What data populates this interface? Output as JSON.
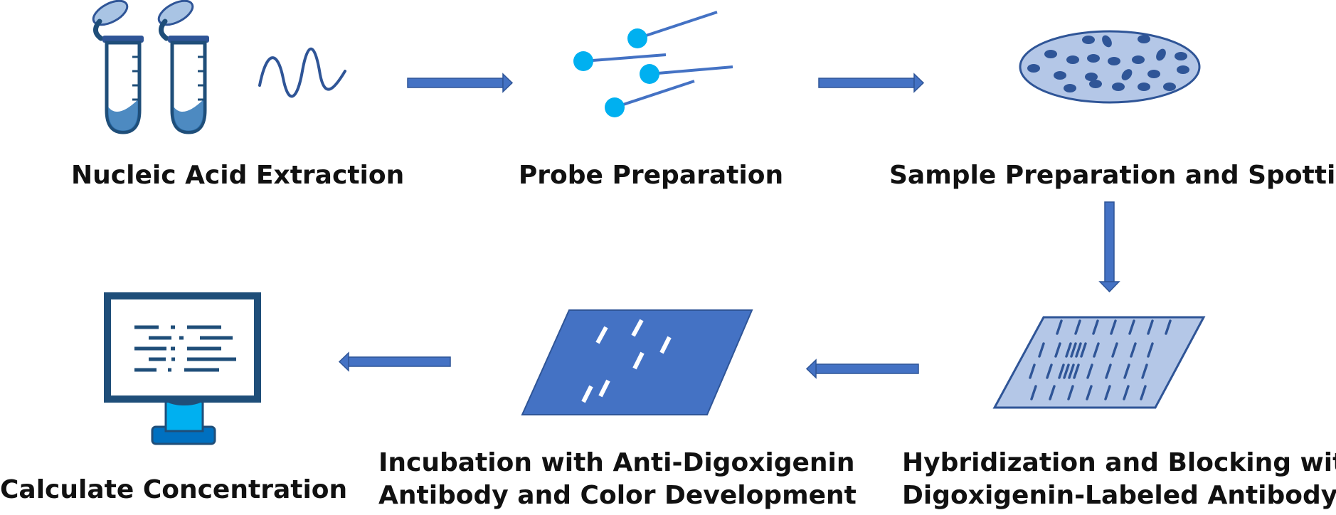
{
  "colors": {
    "primary": "#4472C4",
    "dark_blue": "#1F4E79",
    "probe_dot": "#00B0F0",
    "light_fill": "#B4C7E7",
    "text": "#111111"
  },
  "steps": [
    {
      "id": "nucleic-acid-extraction",
      "icon": "test-tubes-and-nucleic-acid-wave-icon",
      "label_lines": [
        "Nucleic Acid Extraction"
      ]
    },
    {
      "id": "probe-preparation",
      "icon": "probe-lollipops-icon",
      "label_lines": [
        "Probe Preparation"
      ]
    },
    {
      "id": "sample-preparation-spotting",
      "icon": "spotted-membrane-icon",
      "label_lines": [
        "Sample Preparation and Spotting"
      ]
    },
    {
      "id": "hybridization-blocking",
      "icon": "hybridization-membrane-icon",
      "label_lines": [
        "Hybridization and Blocking with",
        "Digoxigenin-Labeled Antibody"
      ]
    },
    {
      "id": "incubation-color-development",
      "icon": "developed-membrane-icon",
      "label_lines": [
        "Incubation with Anti-Digoxigenin",
        "Antibody and Color Development"
      ]
    },
    {
      "id": "calculate-concentration",
      "icon": "computer-monitor-icon",
      "label_lines": [
        "Calculate Concentration"
      ]
    }
  ],
  "arrows": [
    "right-arrow",
    "right-arrow",
    "down-arrow",
    "left-arrow",
    "left-arrow"
  ]
}
